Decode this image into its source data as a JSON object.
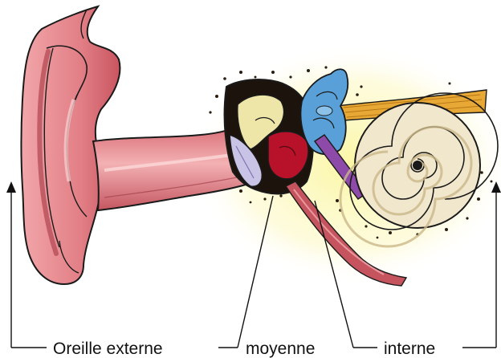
{
  "labels": {
    "outer": "Oreille externe",
    "middle": "moyenne",
    "inner": "interne"
  },
  "colors": {
    "skin": "#e58a8e",
    "skin_shadow": "#c6545e",
    "skin_light": "#f6c2c2",
    "outline": "#1a1a1a",
    "bone": "#ede6a8",
    "ossicle_red": "#b8122a",
    "eardrum": "#c9c3e6",
    "canal_blue": "#5aa0d8",
    "cochlea": "#eee3c6",
    "nerve": "#e8a835",
    "tube_purple": "#8e4aa8",
    "background_glow": "#fbf6b0",
    "leader_lines": "#111111"
  },
  "icons": {
    "outer_arrow": "arrow-up-icon",
    "inner_arrow": "arrow-up-icon"
  }
}
